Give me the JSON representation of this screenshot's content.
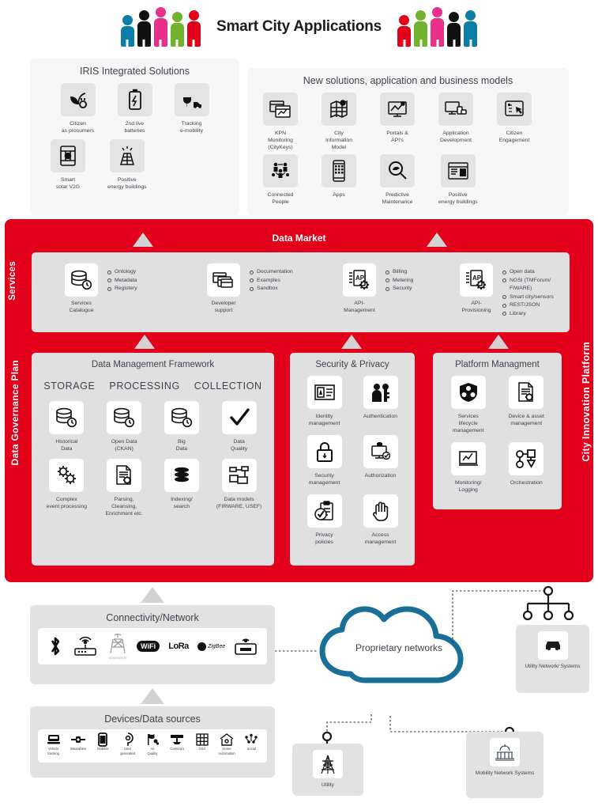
{
  "header": {
    "title": "Smart City Applications",
    "people_left": [
      "#0a7ea8",
      "#111111",
      "#e8308a",
      "#72b22c",
      "#e2001a"
    ],
    "people_right": [
      "#e2001a",
      "#72b22c",
      "#e8308a",
      "#111111",
      "#0a7ea8"
    ]
  },
  "colors": {
    "brand_red": "#e2001a",
    "panel_grey": "#e0e0e0",
    "cloud_blue": "#1a6f96",
    "text": "#3f3f4c"
  },
  "iris": {
    "title": "IRIS Integrated Solutions",
    "tiles": [
      {
        "icon": "leaf-plug-icon",
        "label": "Citizen\nas prosumers"
      },
      {
        "icon": "battery-icon",
        "label": "2nd live\nbatteries"
      },
      {
        "icon": "ev-charge-icon",
        "label": "Tracking\ne-mobility"
      },
      {
        "icon": "smart-meter-icon",
        "label": "Smart\nsolar V2G"
      },
      {
        "icon": "solar-panel-icon",
        "label": "Positive\nenergy buildings"
      }
    ]
  },
  "new_solutions": {
    "title": "New solutions, application and business models",
    "tiles": [
      {
        "icon": "dashboard-window-icon",
        "label": "KPN\nMonitoring\n(CityKeys)"
      },
      {
        "icon": "map-pin-icon",
        "label": "City\nInformation\nModel"
      },
      {
        "icon": "monitor-chart-icon",
        "label": "Portals &\nAPI's"
      },
      {
        "icon": "devices-icon",
        "label": "Application\nDevelopment"
      },
      {
        "icon": "tablet-touch-icon",
        "label": "Citizen\nEngagement"
      },
      {
        "icon": "people-network-icon",
        "label": "Connected\nPeople"
      },
      {
        "icon": "smartphone-apps-icon",
        "label": "Apps"
      },
      {
        "icon": "magnifier-wrench-icon",
        "label": "Predictive\nMaintenance"
      },
      {
        "icon": "document-window-icon",
        "label": "Positive\nenergy buildings"
      }
    ]
  },
  "platform": {
    "data_market_label": "Data Market",
    "services_label": "Services",
    "governance_label": "Data Governance Plan",
    "cip_label": "City Innovation Platform"
  },
  "services": [
    {
      "icon": "database-clock-icon",
      "label": "Services\nCatalogue",
      "bullets": [
        "Ontology",
        "Metadata",
        "Registery"
      ]
    },
    {
      "icon": "windows-stack-icon",
      "label": "Developer\nsupport",
      "bullets": [
        "Documentation",
        "Examples",
        "Sandbox"
      ]
    },
    {
      "icon": "api-gear-icon",
      "label": "API-\nManagement",
      "bullets": [
        "Billing",
        "Metering",
        "Security"
      ]
    },
    {
      "icon": "api-gear-icon",
      "label": "API-\nProvisioning",
      "bullets": [
        "Open data",
        "NGSI (TMForum/\nFIWARE)",
        "Smart city/sensors",
        "REST/JSON",
        "Library"
      ]
    }
  ],
  "data_management": {
    "title": "Data Management Framework",
    "pillars": [
      "STORAGE",
      "PROCESSING",
      "COLLECTION"
    ],
    "tiles": [
      {
        "icon": "database-clock-icon",
        "label": "Historical\nData"
      },
      {
        "icon": "database-clock-icon",
        "label": "Open Data\n(CKAN)"
      },
      {
        "icon": "database-clock-icon",
        "label": "Big\nData"
      },
      {
        "icon": "checkmark-icon",
        "label": "Data\nQuality"
      },
      {
        "icon": "gears-icon",
        "label": "Complex\nevent processing"
      },
      {
        "icon": "document-gear-icon",
        "label": "Parsing,\nCleansing,\nEnrichment etc."
      },
      {
        "icon": "database-stack-icon",
        "label": "Indexing/\nsearch"
      },
      {
        "icon": "data-model-icon",
        "label": "Data models\n(FIRWARE, USEF)"
      }
    ]
  },
  "security_privacy": {
    "title": "Security & Privacy",
    "tiles": [
      {
        "icon": "id-card-icon",
        "label": "Identity\nmanagement"
      },
      {
        "icon": "person-key-icon",
        "label": "Authentication"
      },
      {
        "icon": "padlock-icon",
        "label": "Security\nmanagement"
      },
      {
        "icon": "screen-lock-icon",
        "label": "Authorization"
      },
      {
        "icon": "clipboard-check-icon",
        "label": "Privacy\npolicies"
      },
      {
        "icon": "hand-stop-icon",
        "label": "Access\nmanagement"
      }
    ]
  },
  "platform_management": {
    "title": "Platform Managment",
    "tiles": [
      {
        "icon": "shield-nodes-icon",
        "label": "Services\nlifecycle\nmanagement"
      },
      {
        "icon": "document-gear-icon",
        "label": "Device & asset\nmanagement"
      },
      {
        "icon": "monitor-graph-icon",
        "label": "Monitoring/\nLogging"
      },
      {
        "icon": "orchestration-icon",
        "label": "Orchestration"
      }
    ]
  },
  "connectivity": {
    "title": "Connectivity/Network",
    "logos": [
      "bluetooth-icon",
      "wifi-router-icon",
      "cell-tower-icon",
      "wifi-logo-icon",
      "lora-logo-icon",
      "zigbee-logo-icon",
      "gateway-icon"
    ],
    "cell_tower_caption": "3G/4G/5G/LTE",
    "wifi_text": "WiFi",
    "lora_text": "LoRa",
    "zigbee_text": "ZigBee"
  },
  "devices": {
    "title": "Devices/Data sources",
    "items": [
      {
        "icon": "vehicle-icon",
        "label": "Vehicle\ntracking"
      },
      {
        "icon": "wearable-icon",
        "label": "Wearables"
      },
      {
        "icon": "mobile-icon",
        "label": "Mobiles"
      },
      {
        "icon": "user-generated-icon",
        "label": "User\ngenerated"
      },
      {
        "icon": "air-quality-icon",
        "label": "Air\nQuality"
      },
      {
        "icon": "camera-icon",
        "label": "Camera's"
      },
      {
        "icon": "grid-icon",
        "label": "Grid"
      },
      {
        "icon": "home-automation-icon",
        "label": "Home\nAutomation"
      },
      {
        "icon": "social-icon",
        "label": "Social"
      }
    ]
  },
  "networks": {
    "cloud_label": "Proprietary networks",
    "utility_network": {
      "icon": "car-icon",
      "label": "Utility\nNetwork/\nSystems"
    },
    "utility": {
      "icon": "pylon-icon",
      "label": "Utility"
    },
    "mobility": {
      "icon": "building-icon",
      "label": "Mobility\nNetwork\nSystems"
    }
  }
}
